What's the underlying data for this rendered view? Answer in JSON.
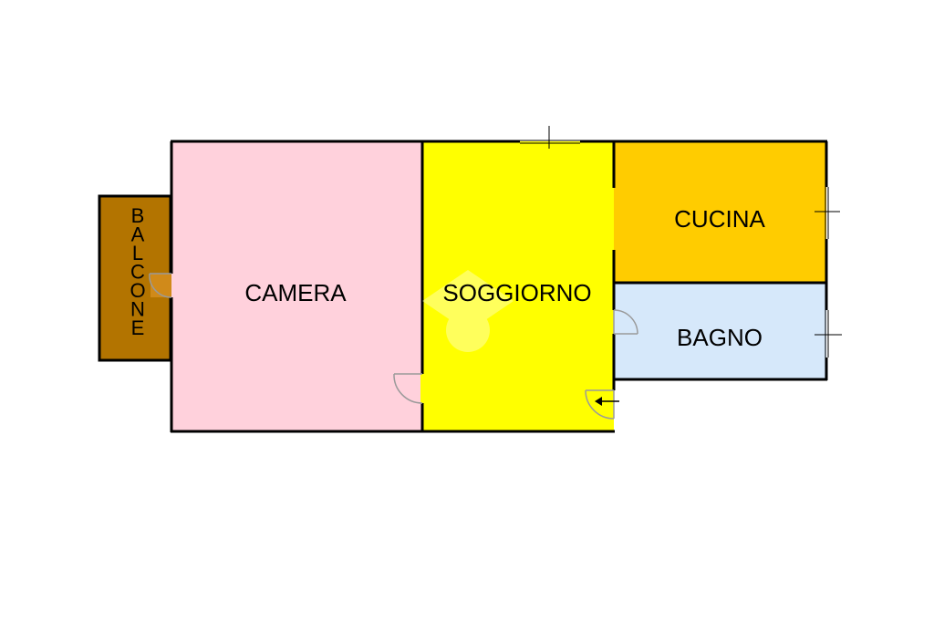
{
  "plan": {
    "rooms": [
      {
        "id": "balcone",
        "label": "BALCONE",
        "color": "#b37400"
      },
      {
        "id": "camera",
        "label": "CAMERA",
        "color": "#ffd1dc"
      },
      {
        "id": "soggiorno",
        "label": "SOGGIORNO",
        "color": "#ffff00"
      },
      {
        "id": "cucina",
        "label": "CUCINA",
        "color": "#ffcc00"
      },
      {
        "id": "bagno",
        "label": "BAGNO",
        "color": "#d6e8fa"
      }
    ],
    "wall_color": "#000000",
    "door_color": "#9a9a9a"
  }
}
